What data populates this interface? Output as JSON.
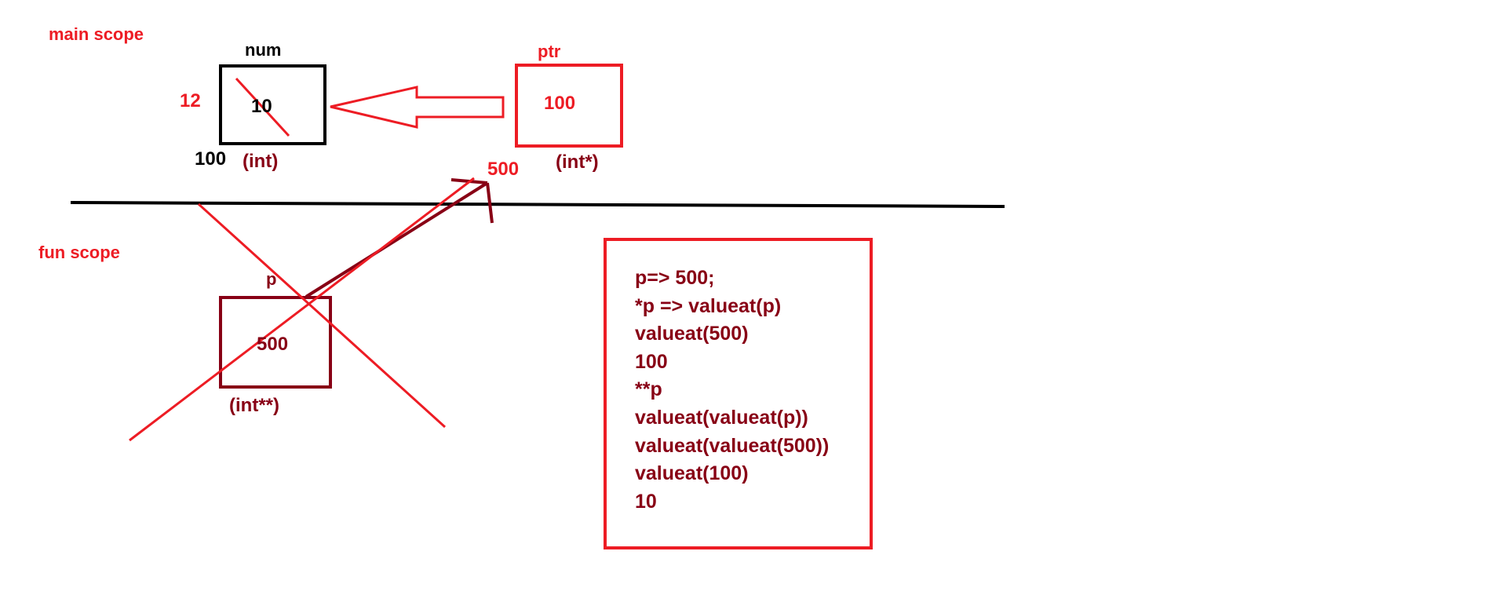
{
  "main_scope": {
    "title": "main scope",
    "num": {
      "name": "num",
      "value_old": "10",
      "value_new": "12",
      "address": "100",
      "type": "(int)"
    },
    "ptr": {
      "name": "ptr",
      "value": "100",
      "address": "500",
      "type": "(int*)"
    }
  },
  "fun_scope": {
    "title": "fun scope",
    "p": {
      "name": "p",
      "value": "500",
      "type": "(int**)"
    }
  },
  "notes": {
    "lines": [
      "p=> 500;",
      "*p => valueat(p)",
      "valueat(500)",
      "100",
      "**p",
      "valueat(valueat(p))",
      "valueat(valueat(500))",
      "valueat(100)",
      "10"
    ]
  },
  "colors": {
    "red": "#ed1c24",
    "dark_red": "#880015",
    "black": "#000000"
  }
}
